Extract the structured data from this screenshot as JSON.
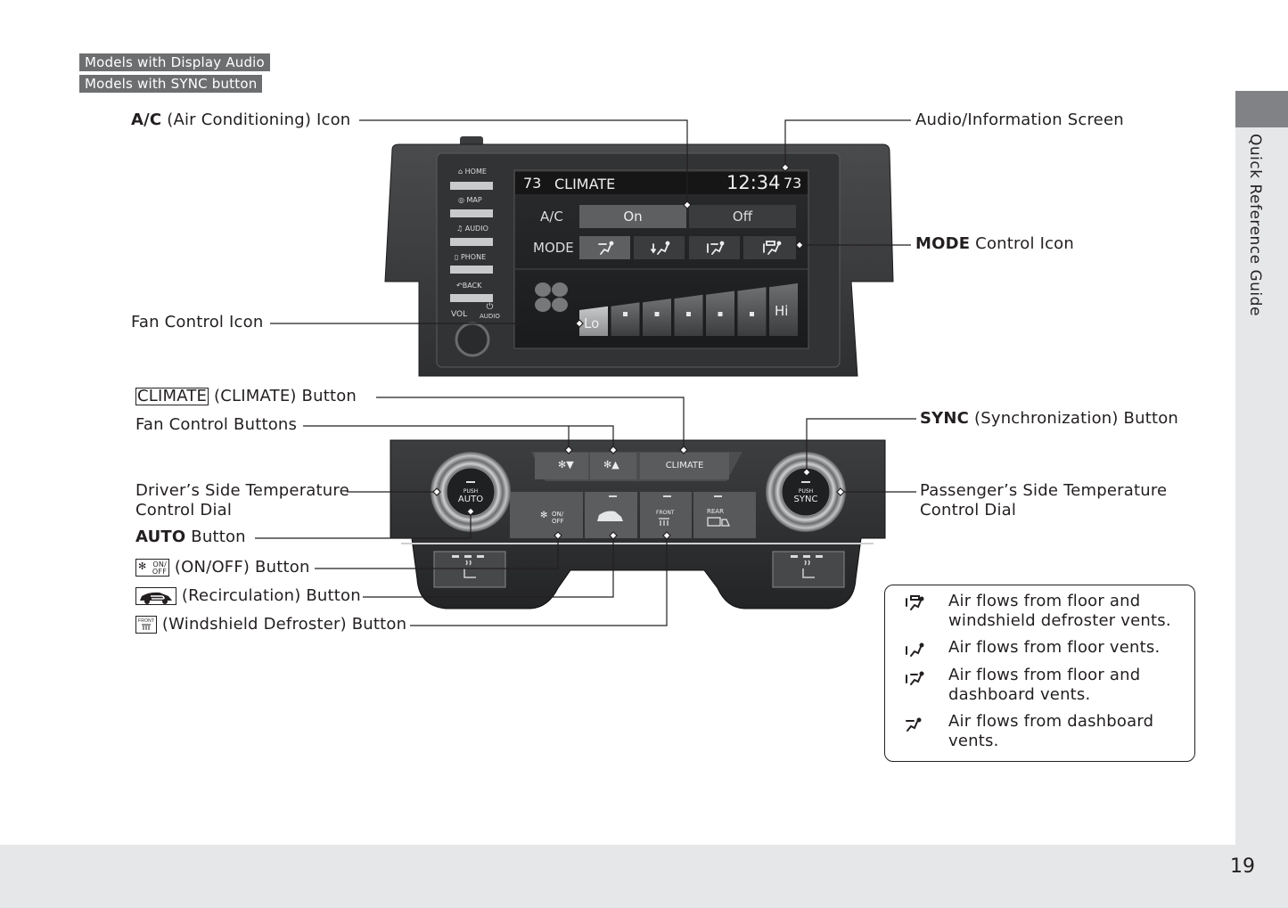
{
  "header": {
    "tags": [
      "Models with Display Audio",
      "Models with SYNC button"
    ]
  },
  "callouts": {
    "ac_icon": {
      "bold": "A/C",
      "rest": " (Air Conditioning) Icon"
    },
    "audio_screen": {
      "rest": "Audio/Information Screen"
    },
    "mode_icon": {
      "bold": "MODE",
      "rest": " Control Icon"
    },
    "fan_icon": {
      "rest": "Fan Control Icon"
    },
    "climate_button": {
      "boxed": "CLIMATE",
      "rest": " (CLIMATE) Button"
    },
    "fan_buttons": {
      "rest": "Fan Control Buttons"
    },
    "driver_dial": {
      "line1": "Driver’s Side Temperature",
      "line2": "Control Dial"
    },
    "auto_button": {
      "bold": "AUTO",
      "rest": " Button"
    },
    "onoff_button": {
      "rest": " (ON/OFF) Button"
    },
    "recirc_button": {
      "rest": " (Recirculation) Button"
    },
    "defrost_button": {
      "rest": " (Windshield Defroster) Button"
    },
    "sync_button": {
      "bold": "SYNC",
      "rest": " (Synchronization) Button"
    },
    "passenger_dial": {
      "line1": "Passenger’s Side Temperature",
      "line2": "Control Dial"
    }
  },
  "screen": {
    "side_buttons": [
      "HOME",
      "MAP",
      "AUDIO",
      "PHONE",
      "BACK"
    ],
    "vol_label": "VOL",
    "power_label": "AUDIO",
    "temp_left": "73",
    "title": "CLIMATE",
    "clock": "12:34",
    "temp_right": "73",
    "ac_label": "A/C",
    "ac_on": "On",
    "ac_off": "Off",
    "mode_label": "MODE",
    "fan_lo": "Lo",
    "fan_hi": "Hi",
    "fan_level": 1,
    "fan_levels_total": 7
  },
  "panel": {
    "fan_down_icon": "▼",
    "fan_up_icon": "▲",
    "climate": "CLIMATE",
    "push": "PUSH",
    "auto": "AUTO",
    "sync": "SYNC",
    "on": "ON/",
    "off": "OFF",
    "front": "FRONT",
    "rear": "REAR"
  },
  "legend": [
    {
      "icon": "floor-defrost-mode-icon",
      "line1": "Air flows from floor and",
      "line2": "windshield defroster vents."
    },
    {
      "icon": "floor-mode-icon",
      "line1": "Air flows from floor vents.",
      "line2": ""
    },
    {
      "icon": "floor-dashboard-mode-icon",
      "line1": "Air flows from floor and",
      "line2": "dashboard vents."
    },
    {
      "icon": "dashboard-mode-icon",
      "line1": "Air flows from dashboard",
      "line2": "vents."
    }
  ],
  "sidebar": {
    "section": "Quick Reference Guide"
  },
  "footer": {
    "page_number": "19"
  }
}
